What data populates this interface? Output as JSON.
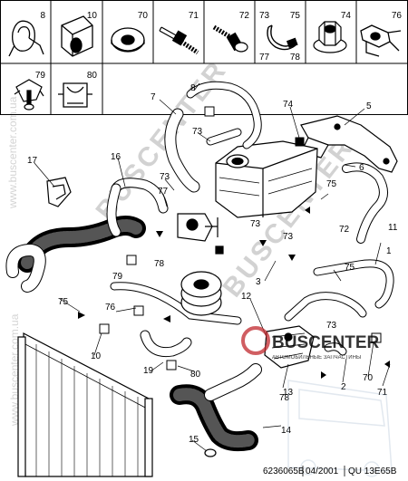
{
  "legend": [
    {
      "row": 0,
      "col": 0,
      "label": "8",
      "part": "spring-clip"
    },
    {
      "row": 0,
      "col": 1,
      "label": "10",
      "part": "hose-support-clip"
    },
    {
      "row": 0,
      "col": 2,
      "label": "70",
      "part": "washer"
    },
    {
      "row": 0,
      "col": 3,
      "label": "71",
      "part": "stud-bolt"
    },
    {
      "row": 0,
      "col": 4,
      "label": "72",
      "part": "bolt"
    },
    {
      "row": 0,
      "col": 5,
      "label": "73",
      "label2": "75",
      "label3": "77",
      "label4": "78",
      "part": "hose-clamp"
    },
    {
      "row": 0,
      "col": 6,
      "label": "74",
      "part": "flange-nut"
    },
    {
      "row": 0,
      "col": 7,
      "label": "76",
      "part": "quick-connector"
    },
    {
      "row": 1,
      "col": 0,
      "label": "79",
      "part": "push-clip"
    },
    {
      "row": 1,
      "col": 1,
      "label": "80",
      "part": "cable-clip"
    }
  ],
  "callouts": [
    "7",
    "8",
    "73",
    "74",
    "5",
    "6",
    "75",
    "72",
    "11",
    "17",
    "16",
    "77",
    "73",
    "78",
    "79",
    "75",
    "76",
    "10",
    "19",
    "80",
    "73",
    "73",
    "3",
    "1",
    "12",
    "2",
    "73",
    "70",
    "71",
    "75",
    "13",
    "78",
    "14",
    "15"
  ],
  "reference": "6236065B",
  "date": "04/2001",
  "series": "QU 13E65B",
  "watermark": {
    "diagonal_text": "BUSCENTER",
    "side_text": "www.buscenter.com.ua",
    "logo_text": "BUSCENTER",
    "logo_sub": "АВТОМОБИЛЬНЫЕ ЗАПЧАСТИНЫ"
  }
}
